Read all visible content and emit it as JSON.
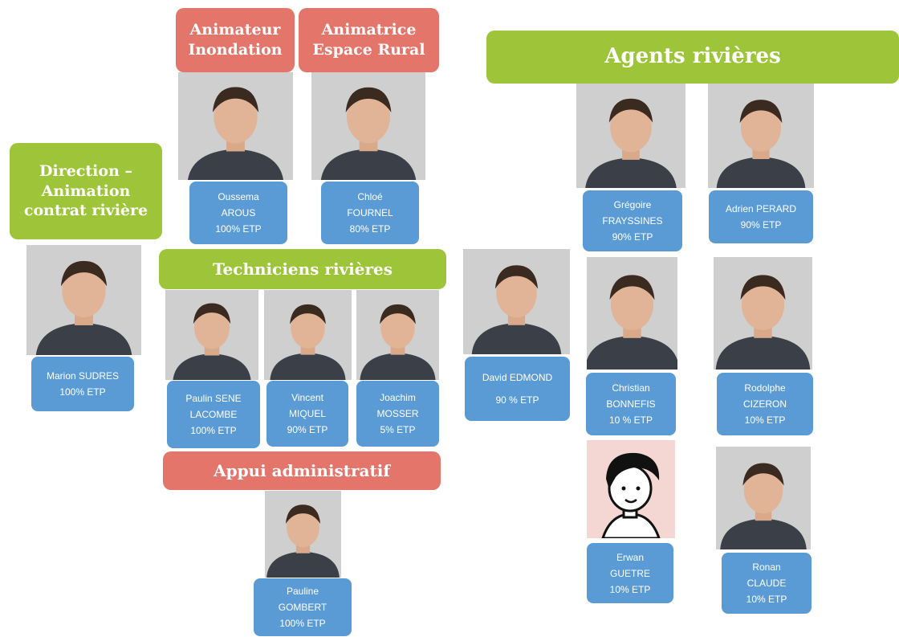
{
  "headers": {
    "animateur_inondation": "Animateur\nInondation",
    "animatrice_espace_rural": "Animatrice\nEspace Rural",
    "agents_rivieres": "Agents rivières",
    "direction": "Direction –\nAnimation\ncontrat rivière",
    "techniciens_rivieres": "Techniciens rivières",
    "appui_administratif": "Appui administratif"
  },
  "people": {
    "oussema": {
      "first": "Oussema",
      "last": "AROUS",
      "etp": "100% ETP"
    },
    "chloe": {
      "first": "Chloé",
      "last": "FOURNEL",
      "etp": "80% ETP"
    },
    "marion": {
      "name": "Marion SUDRES",
      "etp": "100% ETP"
    },
    "paulin": {
      "first": "Paulin SENE",
      "last": "LACOMBE",
      "etp": "100% ETP"
    },
    "vincent": {
      "first": "Vincent",
      "last": "MIQUEL",
      "etp": "90% ETP"
    },
    "joachim": {
      "first": "Joachim",
      "last": "MOSSER",
      "etp": "5% ETP"
    },
    "pauline": {
      "first": "Pauline",
      "last": "GOMBERT",
      "etp": "100% ETP"
    },
    "david": {
      "name": "David EDMOND",
      "etp": "90 % ETP"
    },
    "gregoire": {
      "first": "Grégoire",
      "last": "FRAYSSINES",
      "etp": "90% ETP"
    },
    "adrien": {
      "name": "Adrien PERARD",
      "etp": "90% ETP"
    },
    "christian": {
      "first": "Christian",
      "last": "BONNEFIS",
      "etp": "10 % ETP"
    },
    "rodolphe": {
      "first": "Rodolphe",
      "last": "CIZERON",
      "etp": "10% ETP"
    },
    "erwan": {
      "first": "Erwan",
      "last": "GUETRE",
      "etp": "10% ETP"
    },
    "ronan": {
      "first": "Ronan",
      "last": "CLAUDE",
      "etp": "10% ETP"
    }
  },
  "colors": {
    "red_header": "#e4756b",
    "green_header": "#9ec53a",
    "card_blue": "#5b9bd5"
  }
}
